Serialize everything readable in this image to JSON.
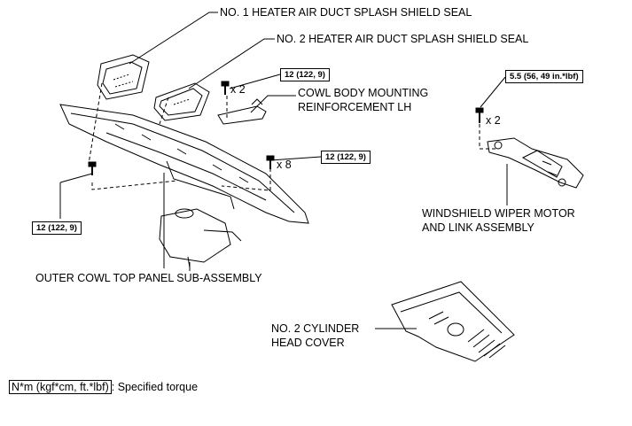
{
  "labels": {
    "no1_seal": "NO. 1 HEATER AIR DUCT SPLASH SHIELD SEAL",
    "no2_seal": "NO. 2 HEATER AIR DUCT SPLASH SHIELD SEAL",
    "cowl_reinf_line1": "COWL BODY MOUNTING",
    "cowl_reinf_line2": "REINFORCEMENT LH",
    "wiper_line1": "WINDSHIELD WIPER MOTOR",
    "wiper_line2": "AND LINK ASSEMBLY",
    "outer_cowl": "OUTER COWL TOP PANEL SUB-ASSEMBLY",
    "head_cover_line1": "NO. 2 CYLINDER",
    "head_cover_line2": "HEAD COVER"
  },
  "torques": {
    "reinf_bolts": "12 (122, 9)",
    "cowl_bolts_x8": "12 (122, 9)",
    "cowl_bolt_left": "12 (122, 9)",
    "wiper_bolts": "5.5 (56, 49 in.*lbf)"
  },
  "quantities": {
    "reinf_bolts": "x 2",
    "cowl_bolts": "x 8",
    "wiper_bolts": "x 2"
  },
  "legend": {
    "unit_box": "N*m (kgf*cm, ft.*lbf)",
    "text": ": Specified torque"
  }
}
